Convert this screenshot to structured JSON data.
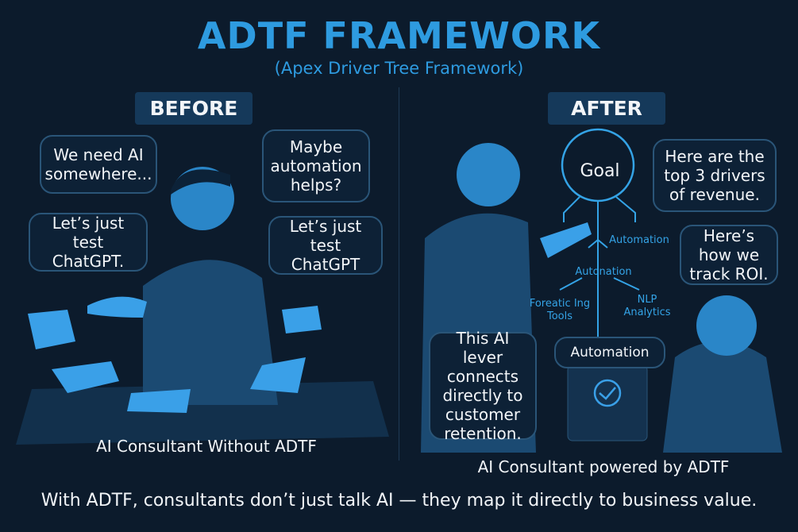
{
  "title": "ADTF FRAMEWORK",
  "subtitle": "(Apex Driver Tree Framework)",
  "before": {
    "label": "BEFORE",
    "bubbles": [
      "We need AI somewhere...",
      "Maybe automation helps?",
      "Let’s just test ChatGPT.",
      "Let’s just test ChatGPT"
    ],
    "caption": "AI Consultant Without ADTF"
  },
  "after": {
    "label": "AFTER",
    "tree": {
      "root": "Goal",
      "nodes": [
        "Automation",
        "Autonation",
        "Foreatic Ing Tools",
        "NLP Analytics",
        "Automation"
      ]
    },
    "bubbles": [
      "Here are the top 3 drivers of revenue.",
      "Here’s how we track ROI.",
      "This AI lever connects directly to customer retention."
    ],
    "caption": "AI Consultant powered by ADTF"
  },
  "footer": "With ADTF, consultants don’t just talk AI — they map it directly to business value.",
  "colors": {
    "background": "#0c1b2c",
    "accent": "#2e9be0"
  }
}
